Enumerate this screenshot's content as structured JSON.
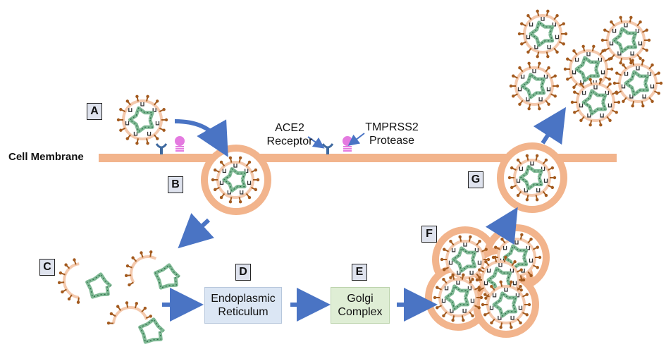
{
  "membrane": {
    "label": "Cell Membrane"
  },
  "receptor_label": {
    "line1": "ACE2",
    "line2": "Receptor"
  },
  "protease_label": {
    "line1": "TMPRSS2",
    "line2": "Protease"
  },
  "steps": {
    "a": "A",
    "b": "B",
    "c": "C",
    "d": "D",
    "e": "E",
    "f": "F",
    "g": "G"
  },
  "er": {
    "line1": "Endoplasmic",
    "line2": "Reticulum"
  },
  "golgi": {
    "line1": "Golgi",
    "line2": "Complex"
  },
  "colors": {
    "membrane": "#f2b48c",
    "arrow": "#4a74c4",
    "spike": "#a35a1e",
    "receptor": "#3f6aa0",
    "protease": "#e47ae0",
    "rna": "#7fb994",
    "rna_dark": "#2e6b49"
  }
}
